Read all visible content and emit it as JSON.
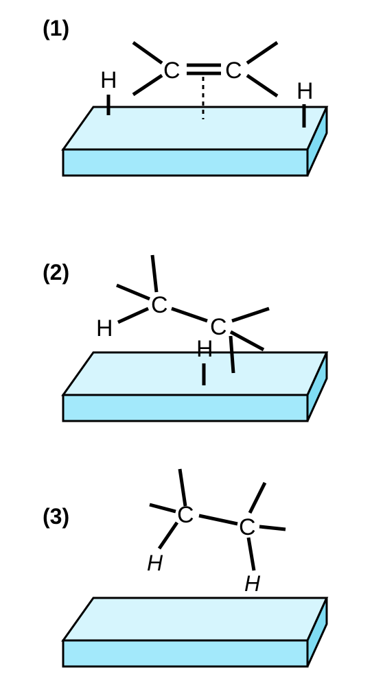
{
  "colors": {
    "surface_top": "#d6f5fd",
    "surface_front": "#a3e9fb",
    "surface_side": "#7fdcf3"
  },
  "steps": [
    {
      "label": "(1)",
      "carbon_1": "C",
      "carbon_2": "C",
      "hydrogen_left": "H",
      "hydrogen_right": "H"
    },
    {
      "label": "(2)",
      "carbon_1": "C",
      "carbon_2": "C",
      "hydrogen_attached": "H",
      "hydrogen_surface": "H"
    },
    {
      "label": "(3)",
      "carbon_1": "C",
      "carbon_2": "C",
      "hydrogen_left": "H",
      "hydrogen_right": "H"
    }
  ]
}
